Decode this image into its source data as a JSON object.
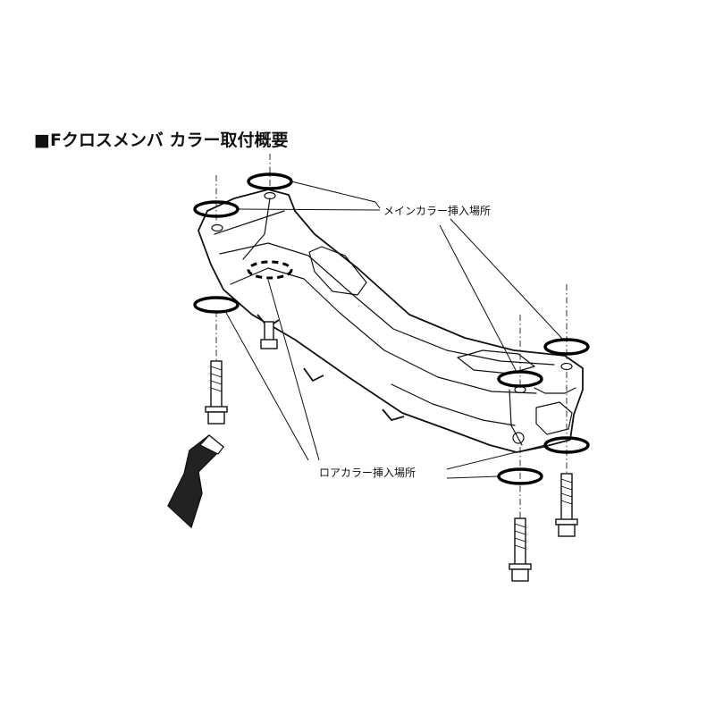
{
  "title": "■Fクロスメンバ カラー取付概要",
  "labels": {
    "main_collar": "メインカラー挿入場所",
    "lower_collar": "ロアカラー挿入場所"
  },
  "colors": {
    "ink": "#111111",
    "background": "#ffffff"
  }
}
